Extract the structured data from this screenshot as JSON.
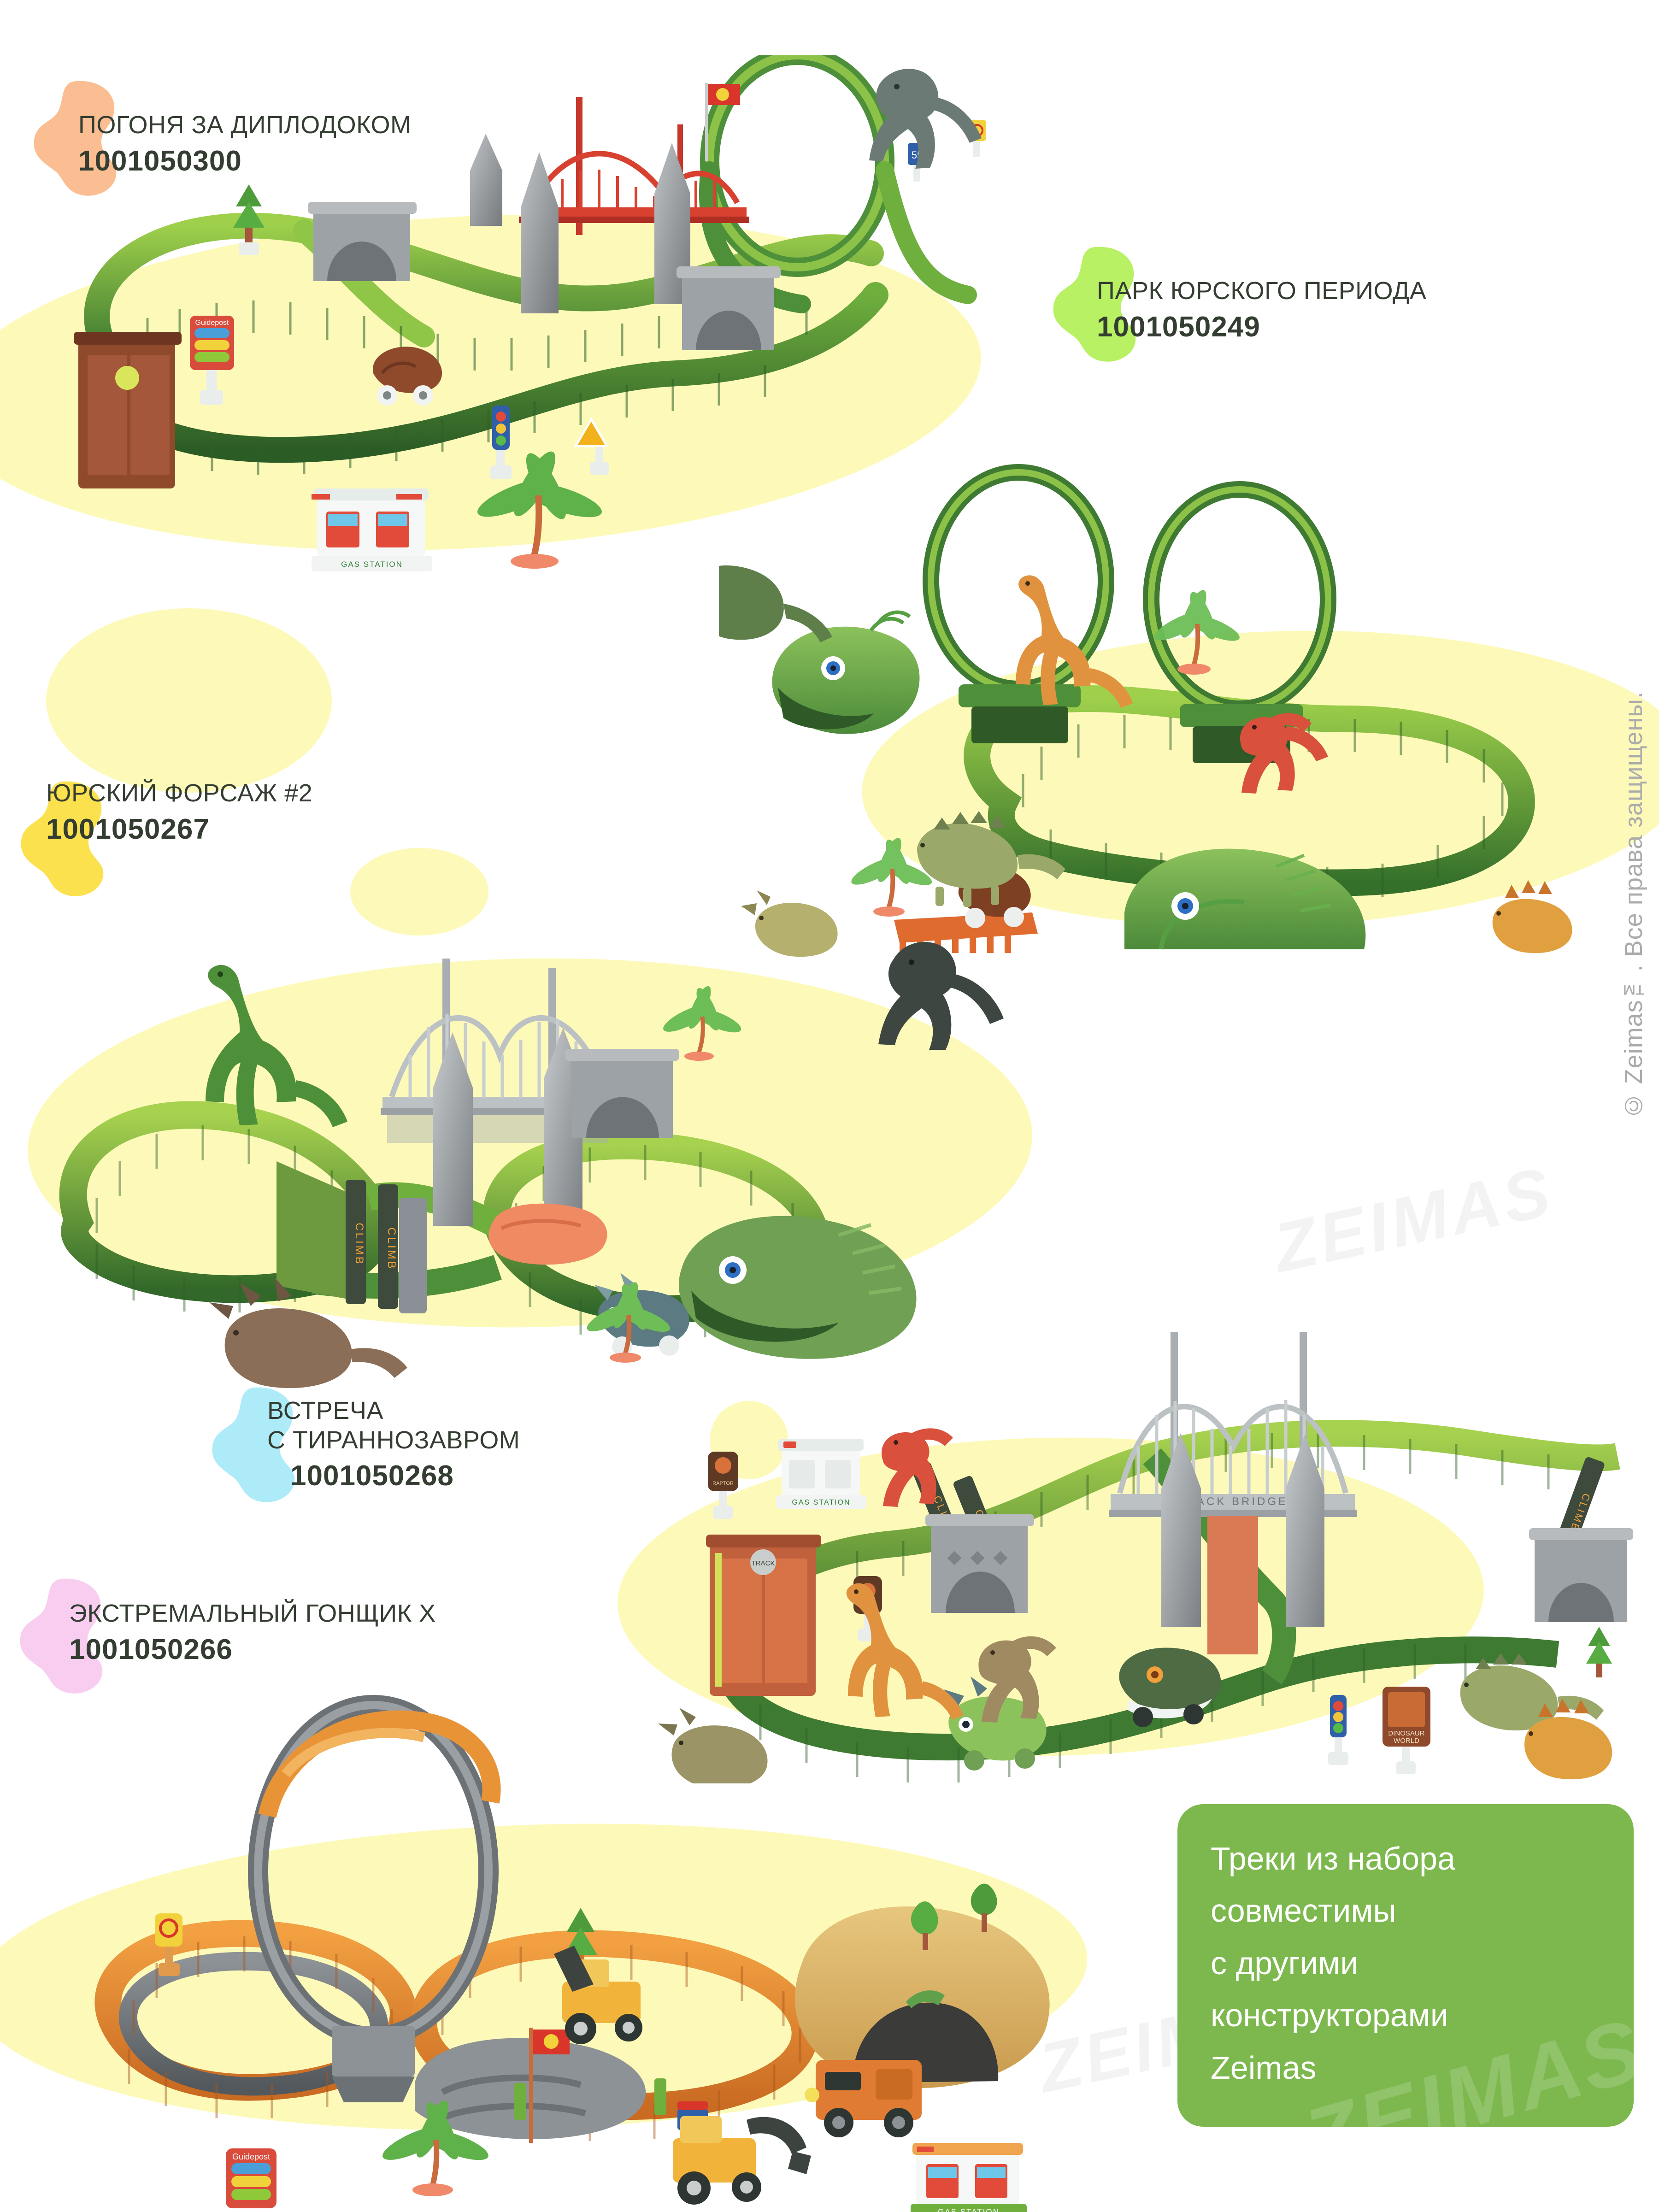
{
  "page": {
    "background_color": "#FFFFFF",
    "text_color": "#343D31",
    "sand_color": "#FDFAB9"
  },
  "copyright": "© Zeimas™. Все права защищены.",
  "products": [
    {
      "id": "p1",
      "title": "ПОГОНЯ ЗА ДИПЛОДОКОМ",
      "sku": "1001050300",
      "blob_color": "#FBBE92",
      "blob_name": "peach-blob",
      "parts": [
        "flexible-green-track",
        "red-suspension-bridge",
        "rock-pillars",
        "tunnel",
        "loop-ring",
        "barn-gate",
        "gas-station",
        "guidepost-sign",
        "traffic-light",
        "warning-sign",
        "speed-limit-55-sign",
        "palm-tree",
        "pine-tree",
        "flag",
        "diplodocus-figure",
        "t-rex-figure",
        "dino-car"
      ]
    },
    {
      "id": "p2",
      "title": "ПАРК ЮРСКОГО ПЕРИОДА",
      "sku": "1001050249",
      "blob_color": "#B8F163",
      "blob_name": "lime-blob",
      "parts": [
        "flexible-green-track",
        "double-loop-ring",
        "dino-head-tunnel",
        "orange-ramp",
        "palm-tree",
        "brachiosaurus-figure",
        "spinosaurus-figure",
        "ankylosaurus-figure",
        "triceratops-figure",
        "stegosaurus-figure",
        "dino-car"
      ]
    },
    {
      "id": "p3",
      "title": "ЮРСКИЙ ФОРСАЖ #2",
      "sku": "1001050267",
      "blob_color": "#FCE14F",
      "blob_name": "yellow-blob",
      "parts": [
        "flexible-green-track",
        "grey-suspension-bridge",
        "climb-ramp",
        "rock-pillars",
        "orange-crossing",
        "tunnel",
        "palm-tree",
        "brachiosaurus-figure",
        "triceratops-figure",
        "t-rex-head-tunnel",
        "triceratops-car"
      ]
    },
    {
      "id": "p4",
      "title": "ВСТРЕЧА\nС ТИРАННОЗАВРОМ",
      "sku": "1001050268",
      "blob_color": "#ADEBF9",
      "blob_name": "blue-blob",
      "parts": [
        "flexible-green-track",
        "track-bridge",
        "climb-ramp",
        "rock-pillars",
        "orange-gate",
        "gas-station",
        "raptor-sign",
        "dinosaur-world-sign",
        "traffic-light",
        "tree-sign",
        "warning-sign",
        "brachiosaurus-figure",
        "raptor-figure",
        "spinosaurus-figure",
        "ankylosaurus-figure",
        "stegosaurus-figure",
        "triceratops-figure",
        "t-rex-car",
        "triceratops-car"
      ]
    },
    {
      "id": "p5",
      "title": "ЭКСТРЕМАЛЬНЫЙ ГОНЩИК X",
      "sku": "1001050266",
      "blob_color": "#F9CDF0",
      "blob_name": "pink-blob",
      "parts": [
        "flexible-orange-track",
        "grey-loop-ring",
        "rock-tunnel",
        "pine-tree",
        "palm-tree",
        "guidepost-sign",
        "no-smoking-sign",
        "speed-limit-55-sign",
        "recycle-flag",
        "gas-station",
        "excavator-toy",
        "bulldozer-toy",
        "orange-truck-toy"
      ]
    }
  ],
  "info_card": {
    "text": "Треки из набора\nсовместимы\nс другими\nконструкторами\nZeimas",
    "background_color": "#7DB84E",
    "text_color": "#FFFFFF",
    "watermark": "ZEIMAS"
  },
  "signage": {
    "gas_station": "GAS STATION",
    "track_bridge": "TRACK BRIDGE",
    "dinosaur_world": "DINOSAUR WORLD",
    "guidepost": "Guidepost",
    "climb": "CLIMB",
    "raptor": "RAPTOR",
    "speed_limit": "55",
    "track": "TRACK"
  },
  "watermarks": [
    "ZEIMAS",
    "ZEIMAS"
  ]
}
